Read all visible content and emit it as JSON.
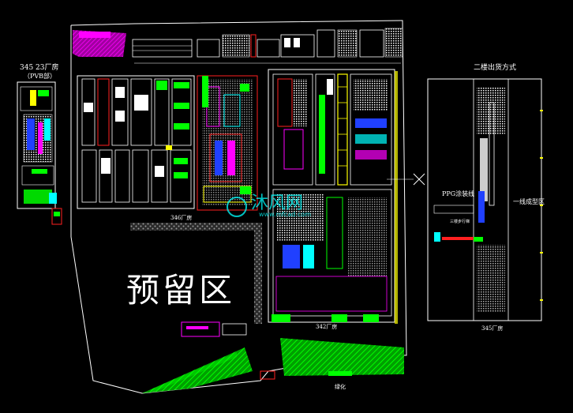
{
  "drawing": {
    "left_building_label": "345  23厂房",
    "left_building_sublabel": "（PVB部）",
    "right_panel_title": "二楼出货方式",
    "right_label_elevator": "PPG涂装线",
    "right_label_line": "一线成型区",
    "right_bottom_label": "345厂房",
    "right_small_label": "三楼步行梯",
    "reserved_zone_label": "预留区",
    "hall_label_left": "346厂房",
    "hall_label_right": "342厂房",
    "green_bottom_label": "绿化",
    "watermark_text": "沐风网",
    "watermark_url": "www.mfcad.com"
  },
  "colors": {
    "background": "#000000",
    "line": "#ffffff",
    "green": "#00ff00",
    "magenta": "#ff00ff",
    "red": "#ff2020",
    "cyan": "#00ffff",
    "yellow": "#ffff00",
    "blue": "#2040ff",
    "hatch_gray": "#9a9a9a"
  }
}
